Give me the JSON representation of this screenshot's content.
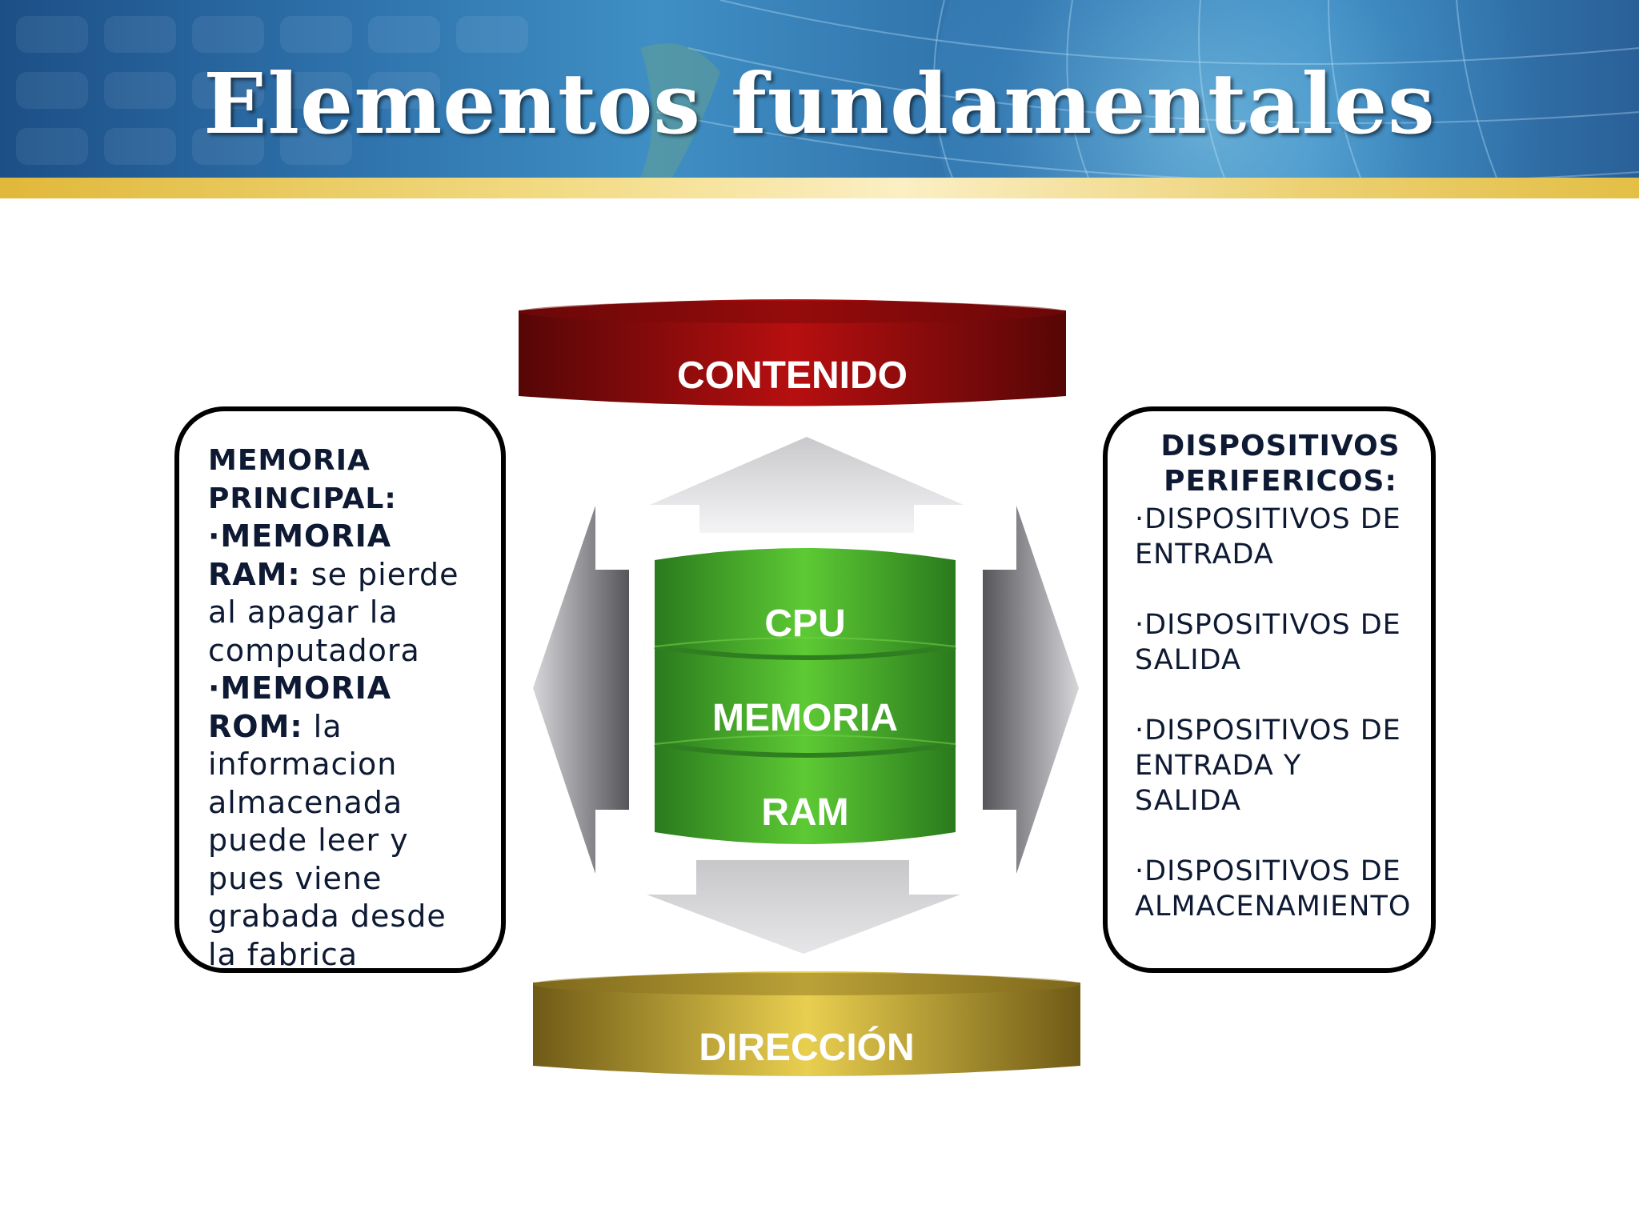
{
  "slide": {
    "title": "Elementos fundamentales"
  },
  "diagram": {
    "top_cylinder": {
      "label": "CONTENIDO",
      "color": "#a50d0d"
    },
    "bottom_cylinder": {
      "label": "DIRECCIÓN",
      "color": "#c9a830"
    },
    "center_stack": {
      "color": "#3fa52c",
      "lines": [
        "CPU",
        "MEMORIA",
        "RAM"
      ]
    },
    "arrows": {
      "up": "up-arrow-icon",
      "down": "down-arrow-icon",
      "left": "left-arrow-icon",
      "right": "right-arrow-icon",
      "color": "#9a9a9e"
    }
  },
  "left_box": {
    "heading_line1": "MEMORIA",
    "heading_line2": "PRINCIPAL:",
    "ram_bold_1": "·MEMORIA",
    "ram_bold_2": "RAM:",
    "ram_desc_1": " se pierde",
    "ram_desc_2": "al apagar la",
    "ram_desc_3": "computadora",
    "rom_bold_1": "·MEMORIA",
    "rom_bold_2": "ROM:",
    "rom_desc_1": " la",
    "rom_desc_2": "informacion",
    "rom_desc_3": "almacenada",
    "rom_desc_4": "puede leer y",
    "rom_desc_5": "pues viene",
    "rom_desc_6": "grabada desde",
    "rom_desc_7": "la fabrica"
  },
  "right_box": {
    "heading_line1": "DISPOSITIVOS",
    "heading_line2": "PERIFERICOS:",
    "items": [
      {
        "line1": "·DISPOSITIVOS DE",
        "line2": "ENTRADA",
        "line3": ""
      },
      {
        "line1": "·DISPOSITIVOS DE",
        "line2": "SALIDA",
        "line3": ""
      },
      {
        "line1": "·DISPOSITIVOS DE",
        "line2": "ENTRADA Y",
        "line3": "SALIDA"
      },
      {
        "line1": "·DISPOSITIVOS DE",
        "line2": "ALMACENAMIENTO",
        "line3": ""
      }
    ]
  }
}
